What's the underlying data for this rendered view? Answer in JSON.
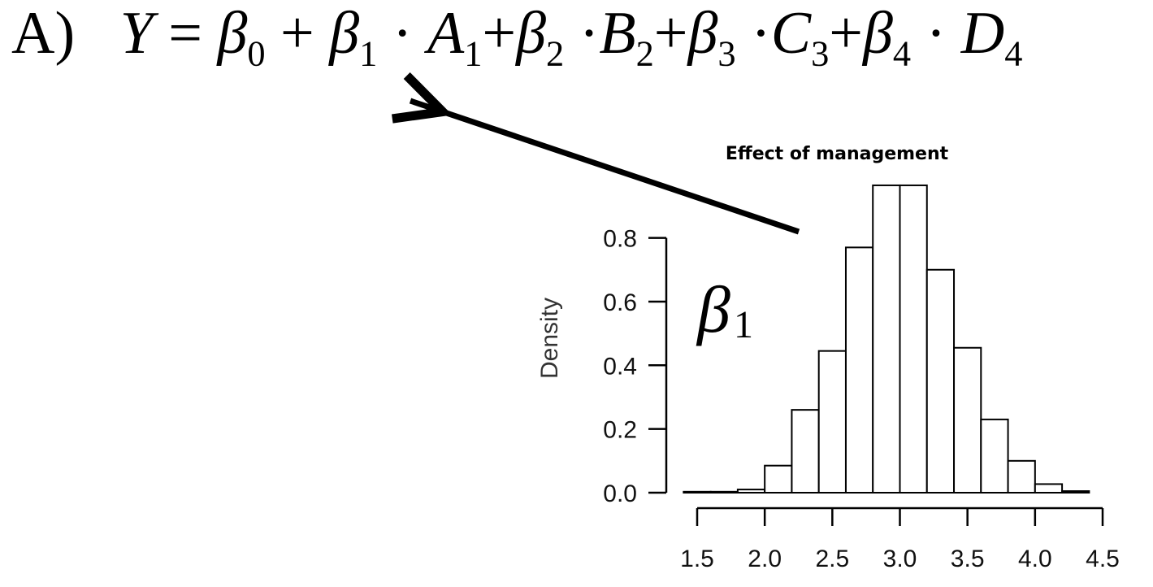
{
  "equation": {
    "label": "A)",
    "lhs": "Y",
    "equals": "=",
    "plus": "+",
    "dot": "·",
    "terms": [
      {
        "coef": "β",
        "sub": "0"
      },
      {
        "coef": "β",
        "sub": "1",
        "var": "A",
        "var_sub": "1"
      },
      {
        "coef": "β",
        "sub": "2",
        "var": "B",
        "var_sub": "2"
      },
      {
        "coef": "β",
        "sub": "3",
        "var": "C",
        "var_sub": "3"
      },
      {
        "coef": "β",
        "sub": "4",
        "var": "D",
        "var_sub": "4"
      }
    ]
  },
  "annotation": {
    "symbol": "β",
    "subscript": "1"
  },
  "chart_data": {
    "type": "bar",
    "title": "Effect of management",
    "xlabel": "",
    "ylabel": "Density",
    "bin_edges": [
      1.4,
      1.6,
      1.8,
      2.0,
      2.2,
      2.4,
      2.6,
      2.8,
      3.0,
      3.2,
      3.4,
      3.6,
      3.8,
      4.0,
      4.2,
      4.4
    ],
    "values": [
      0.003,
      0.003,
      0.01,
      0.085,
      0.26,
      0.445,
      0.77,
      0.965,
      0.965,
      0.7,
      0.455,
      0.23,
      0.1,
      0.027,
      0.005
    ],
    "xlim": [
      1.4,
      4.5
    ],
    "ylim": [
      0,
      0.97
    ],
    "x_ticks": [
      "1.5",
      "2.0",
      "2.5",
      "3.0",
      "3.5",
      "4.0",
      "4.5"
    ],
    "x_tick_values": [
      1.5,
      2.0,
      2.5,
      3.0,
      3.5,
      4.0,
      4.5
    ],
    "y_ticks": [
      "0.0",
      "0.2",
      "0.4",
      "0.6",
      "0.8"
    ],
    "y_tick_values": [
      0.0,
      0.2,
      0.4,
      0.6,
      0.8
    ],
    "grid": false,
    "bar_fill": "#ffffff",
    "bar_stroke": "#000000"
  }
}
